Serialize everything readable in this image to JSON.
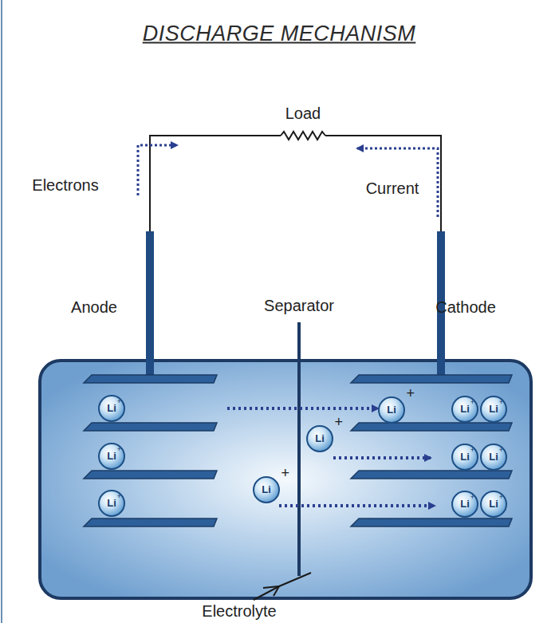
{
  "diagram": {
    "title": "DISCHARGE MECHANISM",
    "nodes": [
      {
        "text": [
          "Li",
          "+"
        ]
      },
      {
        "text": [
          "Li",
          "+"
        ]
      },
      {
        "text": [
          "Li",
          "+"
        ]
      },
      {
        "text": [
          "Li",
          "+"
        ]
      },
      {
        "text": [
          "Li",
          "+"
        ]
      },
      {
        "text": [
          "Li",
          "+"
        ]
      },
      {
        "text": [
          "Li",
          "+"
        ]
      },
      {
        "text": [
          "Li",
          "+"
        ]
      },
      {
        "text": [
          "Li",
          "+"
        ]
      },
      {
        "text": [
          "Li",
          "+"
        ]
      },
      {
        "text": [
          "Li",
          "+"
        ]
      },
      {
        "text": [
          "Li",
          "+"
        ]
      }
    ],
    "labels": [
      "Load",
      "Electrons",
      "Current",
      "Anode",
      "Separator",
      "Cathode",
      "Electrolyte"
    ]
  }
}
